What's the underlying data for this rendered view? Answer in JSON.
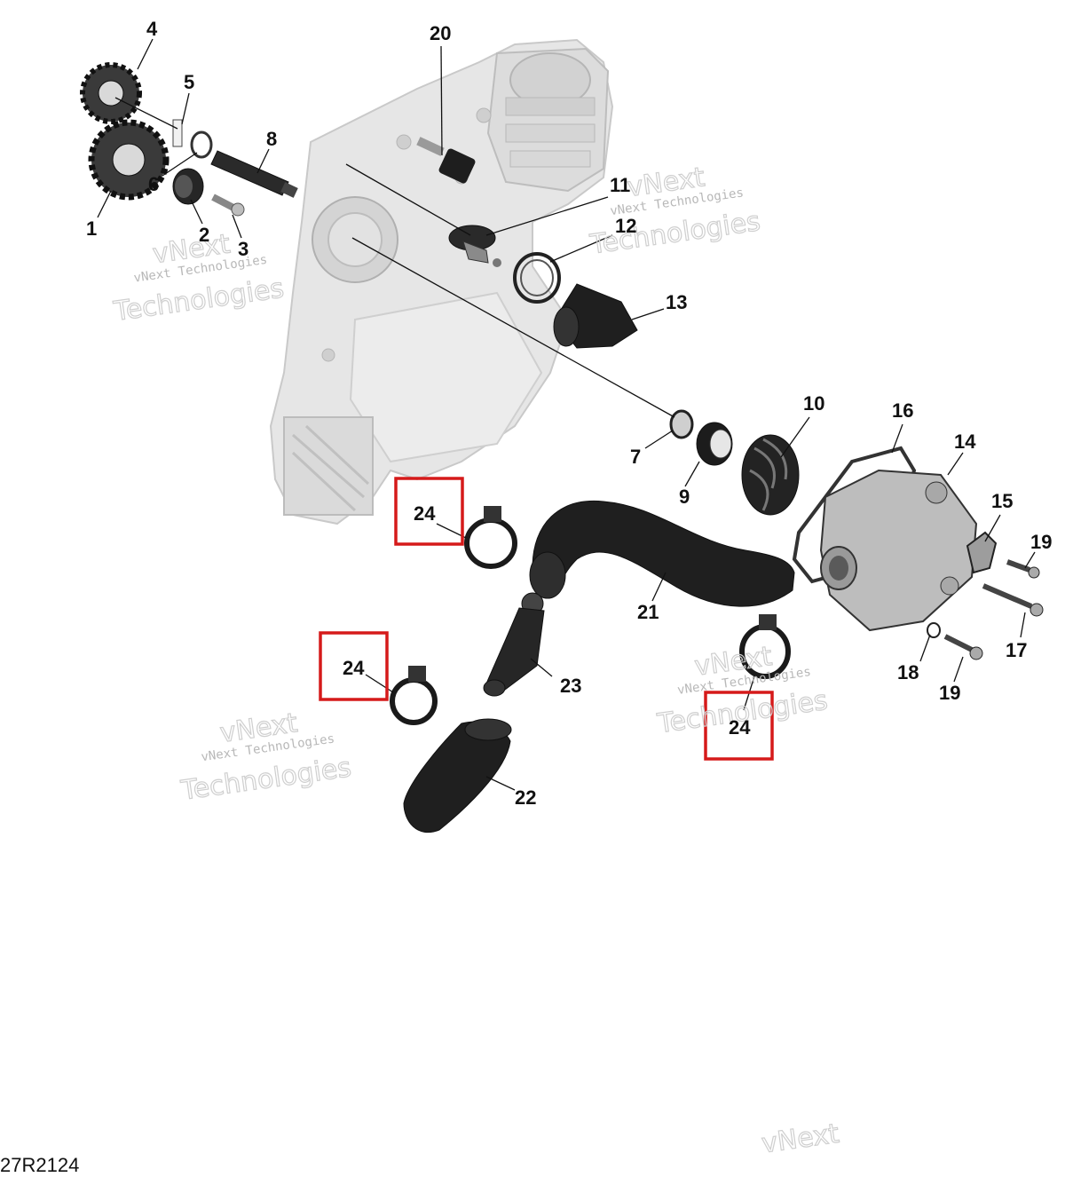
{
  "diagram_code": "27R2124",
  "watermark": {
    "line1": "vNext Technologies",
    "line2": "vNext",
    "line3": "Technologies"
  },
  "colors": {
    "highlight": "#d51a1a",
    "part_dark": "#1e1e1e",
    "housing": "#e4e4e4"
  },
  "callouts": {
    "p1": "1",
    "p2": "2",
    "p3": "3",
    "p4": "4",
    "p5": "5",
    "p6": "6",
    "p7": "7",
    "p8": "8",
    "p9": "9",
    "p10": "10",
    "p11": "11",
    "p12": "12",
    "p13": "13",
    "p14": "14",
    "p15": "15",
    "p16": "16",
    "p17": "17",
    "p18": "18",
    "p19a": "19",
    "p19b": "19",
    "p20": "20",
    "p21": "21",
    "p22": "22",
    "p23": "23",
    "p24a": "24",
    "p24b": "24",
    "p24c": "24"
  }
}
